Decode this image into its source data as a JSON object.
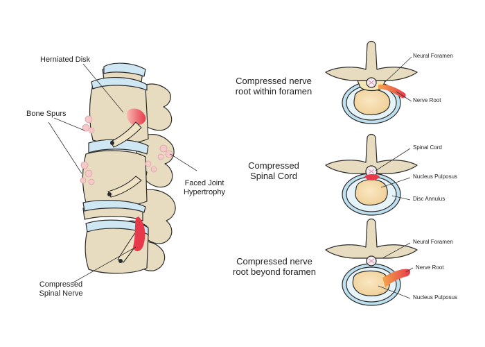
{
  "spine_labels": {
    "herniated_disk": "Herniated Disk",
    "bone_spurs": "Bone Spurs",
    "faced_joint_line1": "Faced Joint",
    "faced_joint_line2": "Hypertrophy",
    "compressed_nerve_line1": "Compressed",
    "compressed_nerve_line2": "Spinal Nerve"
  },
  "panels": [
    {
      "title_line1": "Compressed nerve",
      "title_line2": "root within foramen",
      "callouts": [
        "Neural Foramen",
        "Nerve Root"
      ]
    },
    {
      "title_line1": "Compressed",
      "title_line2": "Spinal Cord",
      "callouts": [
        "Spinal Cord",
        "Nucleus Pulposus",
        "Disc Annulus"
      ]
    },
    {
      "title_line1": "Compressed nerve",
      "title_line2": "root beyond foramen",
      "callouts": [
        "Neural Foramen",
        "Nerve Root",
        "Nucleus Pulposus"
      ]
    }
  ],
  "colors": {
    "bone": "#e8dcc0",
    "bone_outline": "#2b2b2b",
    "disc": "#cfe7f3",
    "disc_annulus": "#bfe0ef",
    "nucleus": "#f5d9a8",
    "inflamed": "#e8394b",
    "inflamed_light": "#f7b8b0",
    "spur": "#f4c9c9",
    "nerve": "#f3a64a"
  }
}
